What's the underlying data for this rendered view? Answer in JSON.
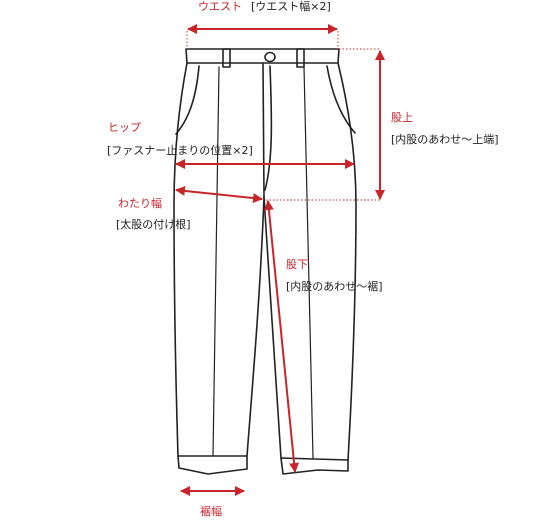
{
  "colors": {
    "annotation": "#c8252b",
    "outline": "#222222",
    "background": "#ffffff"
  },
  "measurements": {
    "waist": {
      "label": "ウエスト",
      "note": "[ウエスト幅×2]"
    },
    "hip": {
      "label": "ヒップ",
      "note": "[ファスナー止まりの位置×2]"
    },
    "rise": {
      "label": "股上",
      "note": "[内股のあわせ〜上端]"
    },
    "thigh": {
      "label": "わたり幅",
      "note": "[太股の付け根]"
    },
    "inseam": {
      "label": "股下",
      "note": "[内股のあわせ〜裾]"
    },
    "hem": {
      "label": "裾幅"
    }
  }
}
